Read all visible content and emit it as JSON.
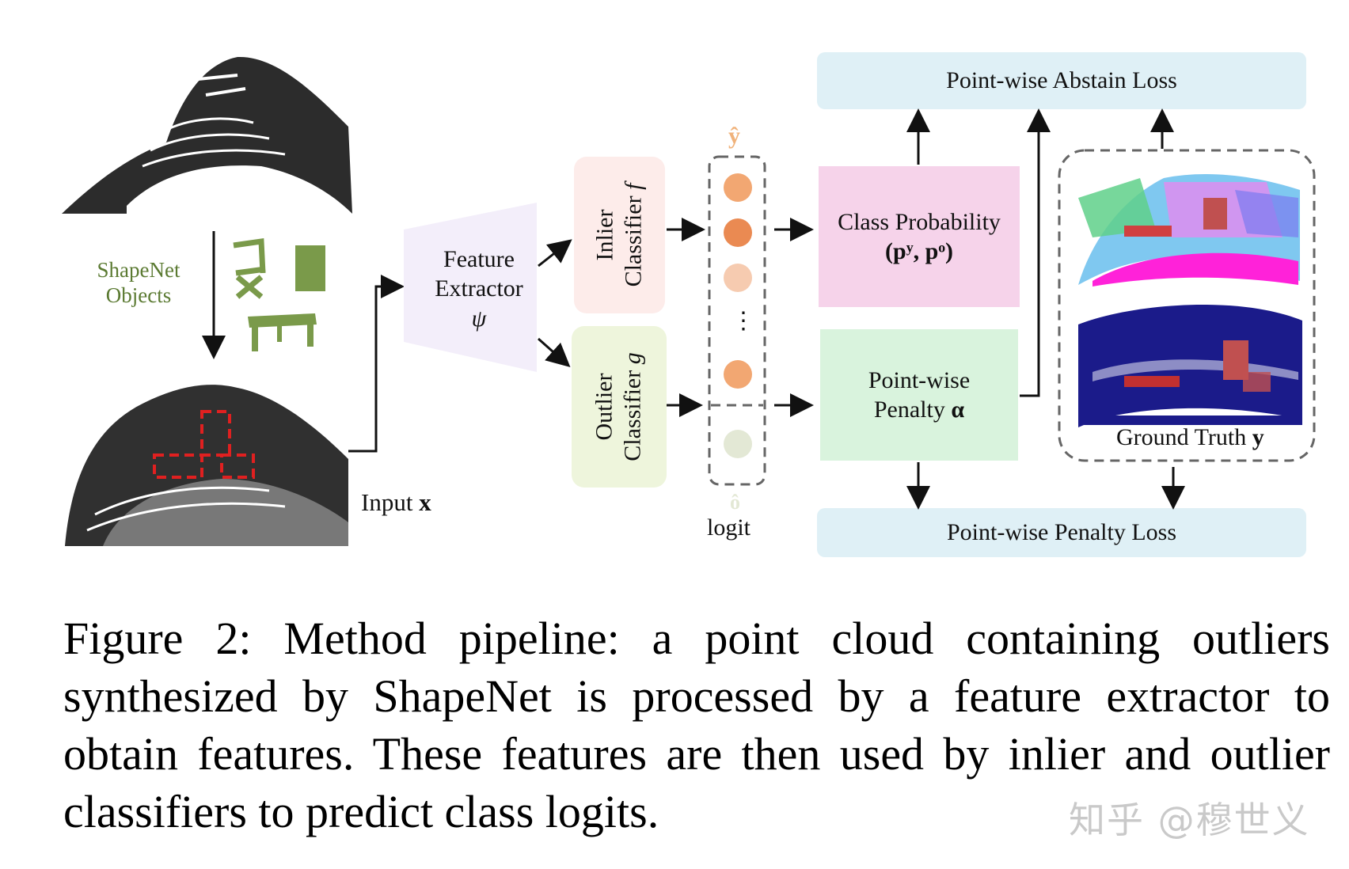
{
  "figure": {
    "shapenet_label_line1": "ShapeNet",
    "shapenet_label_line2": "Objects",
    "input_label": "Input",
    "input_var": "x",
    "feature_extractor_line1": "Feature",
    "feature_extractor_line2": "Extractor",
    "feature_extractor_symbol": "ψ",
    "inlier_classifier_line1": "Inlier",
    "inlier_classifier_line2": "Classifier",
    "inlier_classifier_symbol": "f",
    "outlier_classifier_line1": "Outlier",
    "outlier_classifier_line2": "Classifier",
    "outlier_classifier_symbol": "g",
    "y_hat_label": "ŷ",
    "o_hat_label": "ô",
    "logit_label": "logit",
    "ellipsis": "⋮",
    "class_probability_line1": "Class Probability",
    "class_probability_formula": "(pʸ, pᵒ)",
    "penalty_line1": "Point-wise",
    "penalty_line2": "Penalty",
    "penalty_symbol": "α",
    "abstain_loss": "Point-wise Abstain Loss",
    "penalty_loss": "Point-wise Penalty Loss",
    "ground_truth_label": "Ground Truth",
    "ground_truth_symbol": "y"
  },
  "caption": "Figure 2: Method pipeline: a point cloud containing outliers synthesized by ShapeNet is processed by a feature extractor to obtain features. These features are then used by inlier and outlier classifiers to predict class logits.",
  "watermark": "知乎 @穆世义",
  "colors": {
    "loss_box": "#dff0f6",
    "class_prob_box": "#f6d3ea",
    "penalty_box": "#d9f3dd",
    "inlier_box": "#fdecea",
    "outlier_box": "#eef5dc",
    "extractor": "#f3eefa",
    "shapenet_green": "#7a9a4a",
    "logit_orange": "#f2a772",
    "logit_dark_orange": "#ea8a52",
    "logit_light": "#f6cbb0",
    "logit_gray": "#e3e8d5",
    "y_hat_orange": "#f0b27a"
  }
}
